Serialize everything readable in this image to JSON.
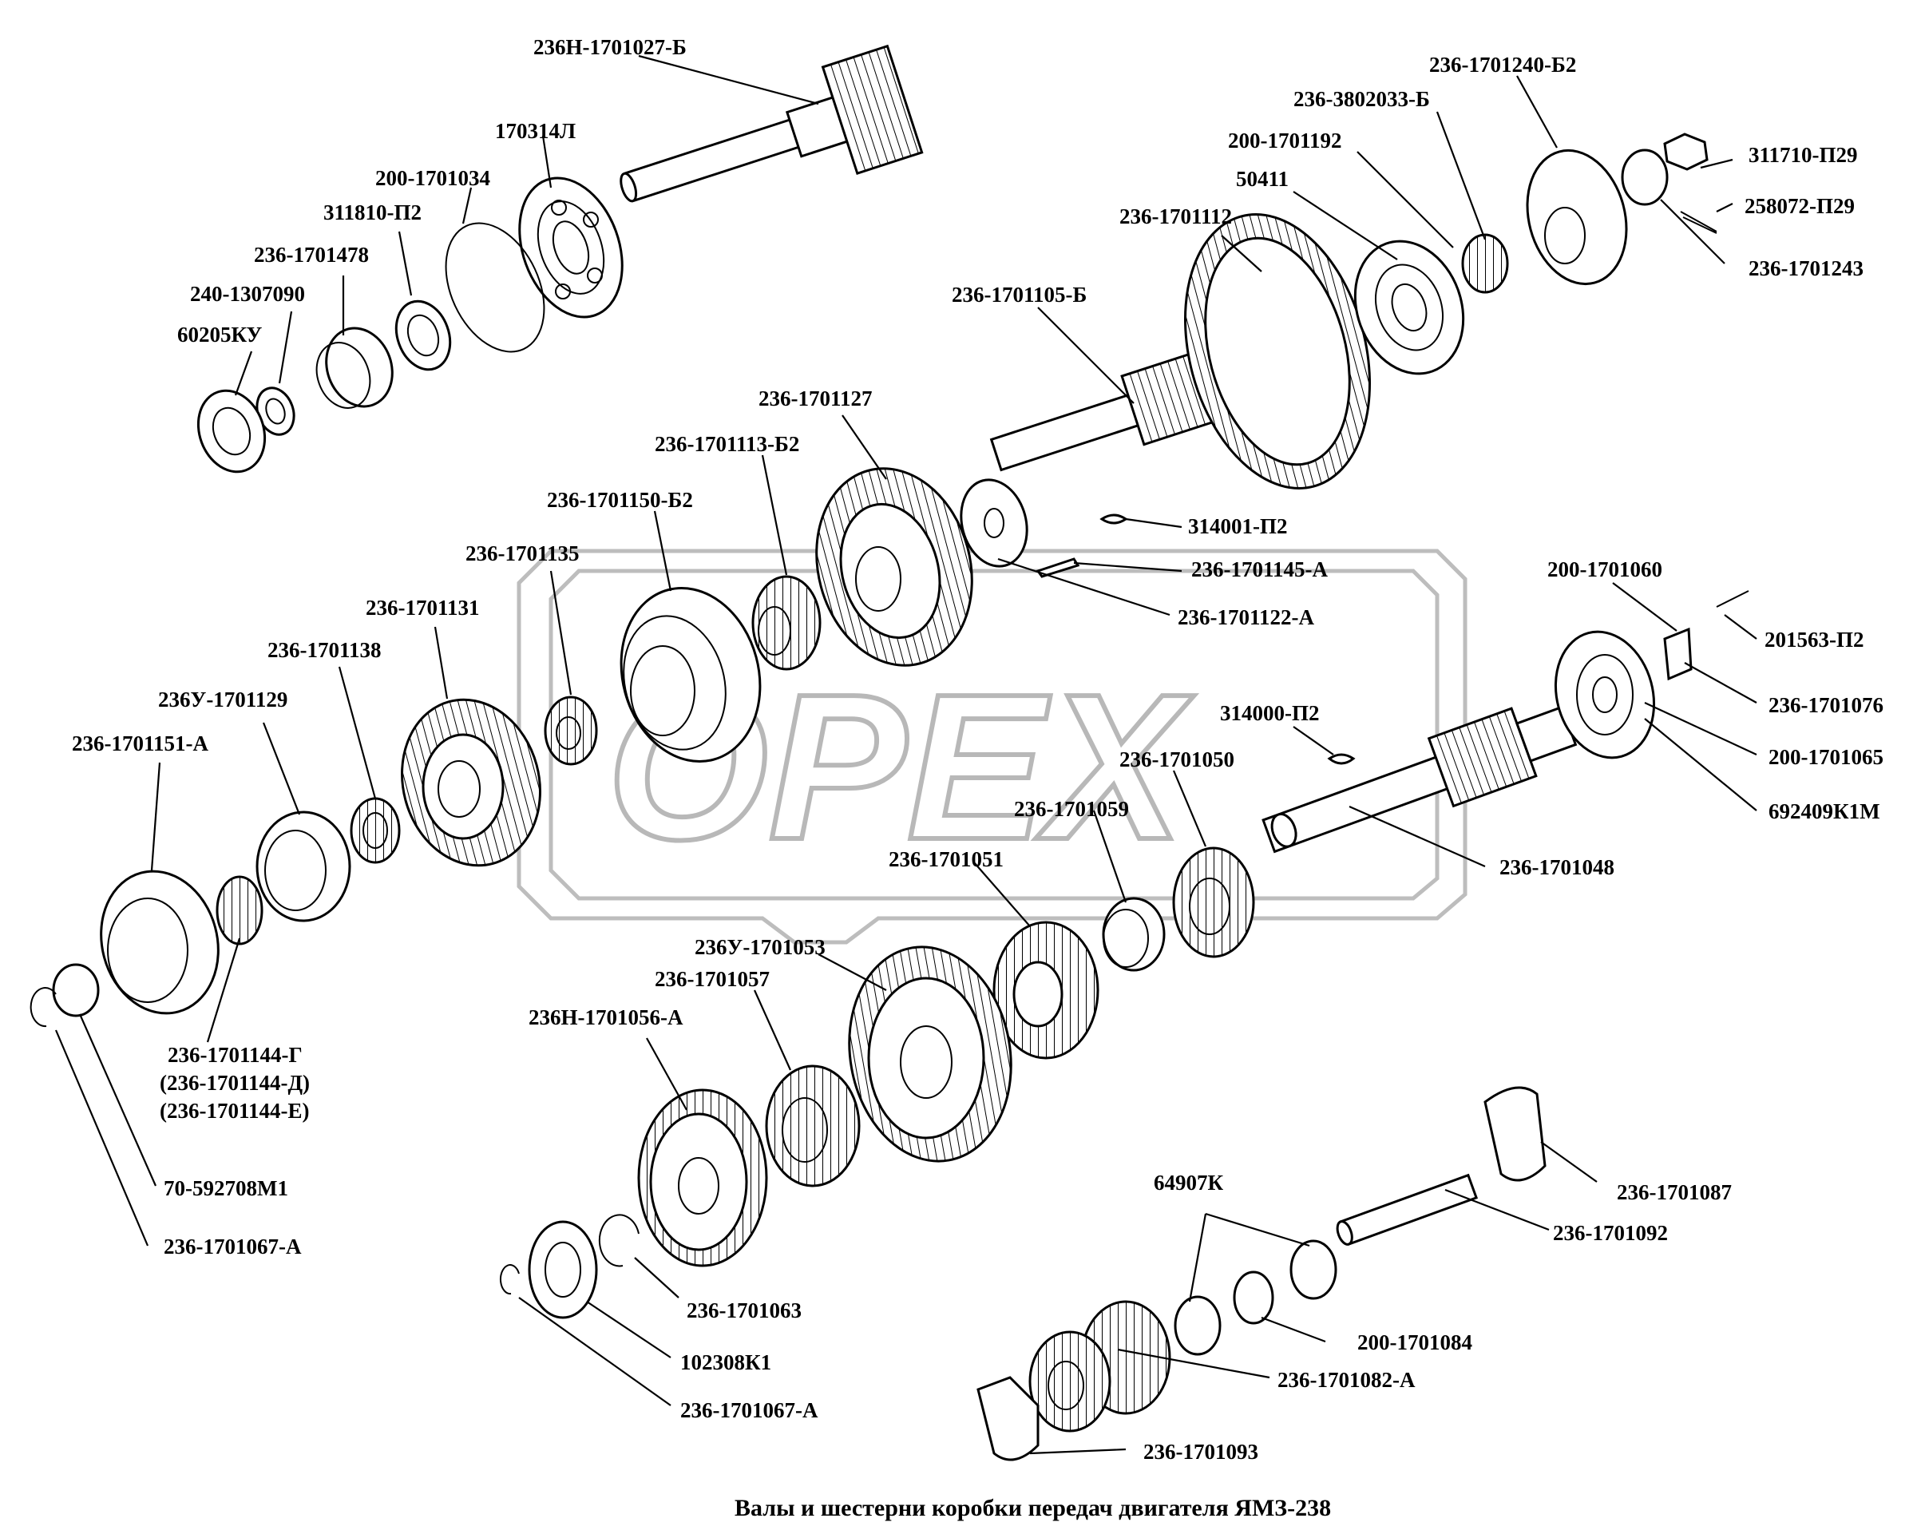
{
  "caption": "Валы и шестерни коробки передач двигателя ЯМЗ-238",
  "watermark": "OPEX",
  "labels": {
    "l01": "236Н-1701027-Б",
    "l02": "170314Л",
    "l03": "200-1701034",
    "l04": "311810-П2",
    "l05": "236-1701478",
    "l06": "240-1307090",
    "l07": "60205КУ",
    "l08": "236-1701240-Б2",
    "l09": "236-3802033-Б",
    "l10": "200-1701192",
    "l11": "50411",
    "l12": "236-1701112",
    "l13": "236-1701105-Б",
    "l14": "311710-П29",
    "l15": "258072-П29",
    "l16": "236-1701243",
    "l17": "236-1701127",
    "l18": "236-1701113-Б2",
    "l19": "236-1701150-Б2",
    "l20": "236-1701135",
    "l21": "236-1701131",
    "l22": "236-1701138",
    "l23": "236У-1701129",
    "l24": "236-1701151-А",
    "l25": "314001-П2",
    "l26": "236-1701145-А",
    "l27": "236-1701122-А",
    "l28": "200-1701060",
    "l29": "201563-П2",
    "l30": "236-1701076",
    "l31": "200-1701065",
    "l32": "692409К1М",
    "l33": "314000-П2",
    "l34": "236-1701050",
    "l35": "236-1701059",
    "l36": "236-1701051",
    "l37": "236-1701048",
    "l38": "236У-1701053",
    "l39": "236-1701057",
    "l40": "236Н-1701056-А",
    "l41": "236-1701144-Г",
    "l42": "(236-1701144-Д)",
    "l43": "(236-1701144-Е)",
    "l44": "70-592708М1",
    "l45": "236-1701067-А",
    "l46": "64907К",
    "l47": "236-1701087",
    "l48": "236-1701092",
    "l49": "236-1701063",
    "l50": "200-1701084",
    "l51": "102308К1",
    "l52": "236-1701082-А",
    "l53": "236-1701067-А",
    "l54": "236-1701093"
  }
}
